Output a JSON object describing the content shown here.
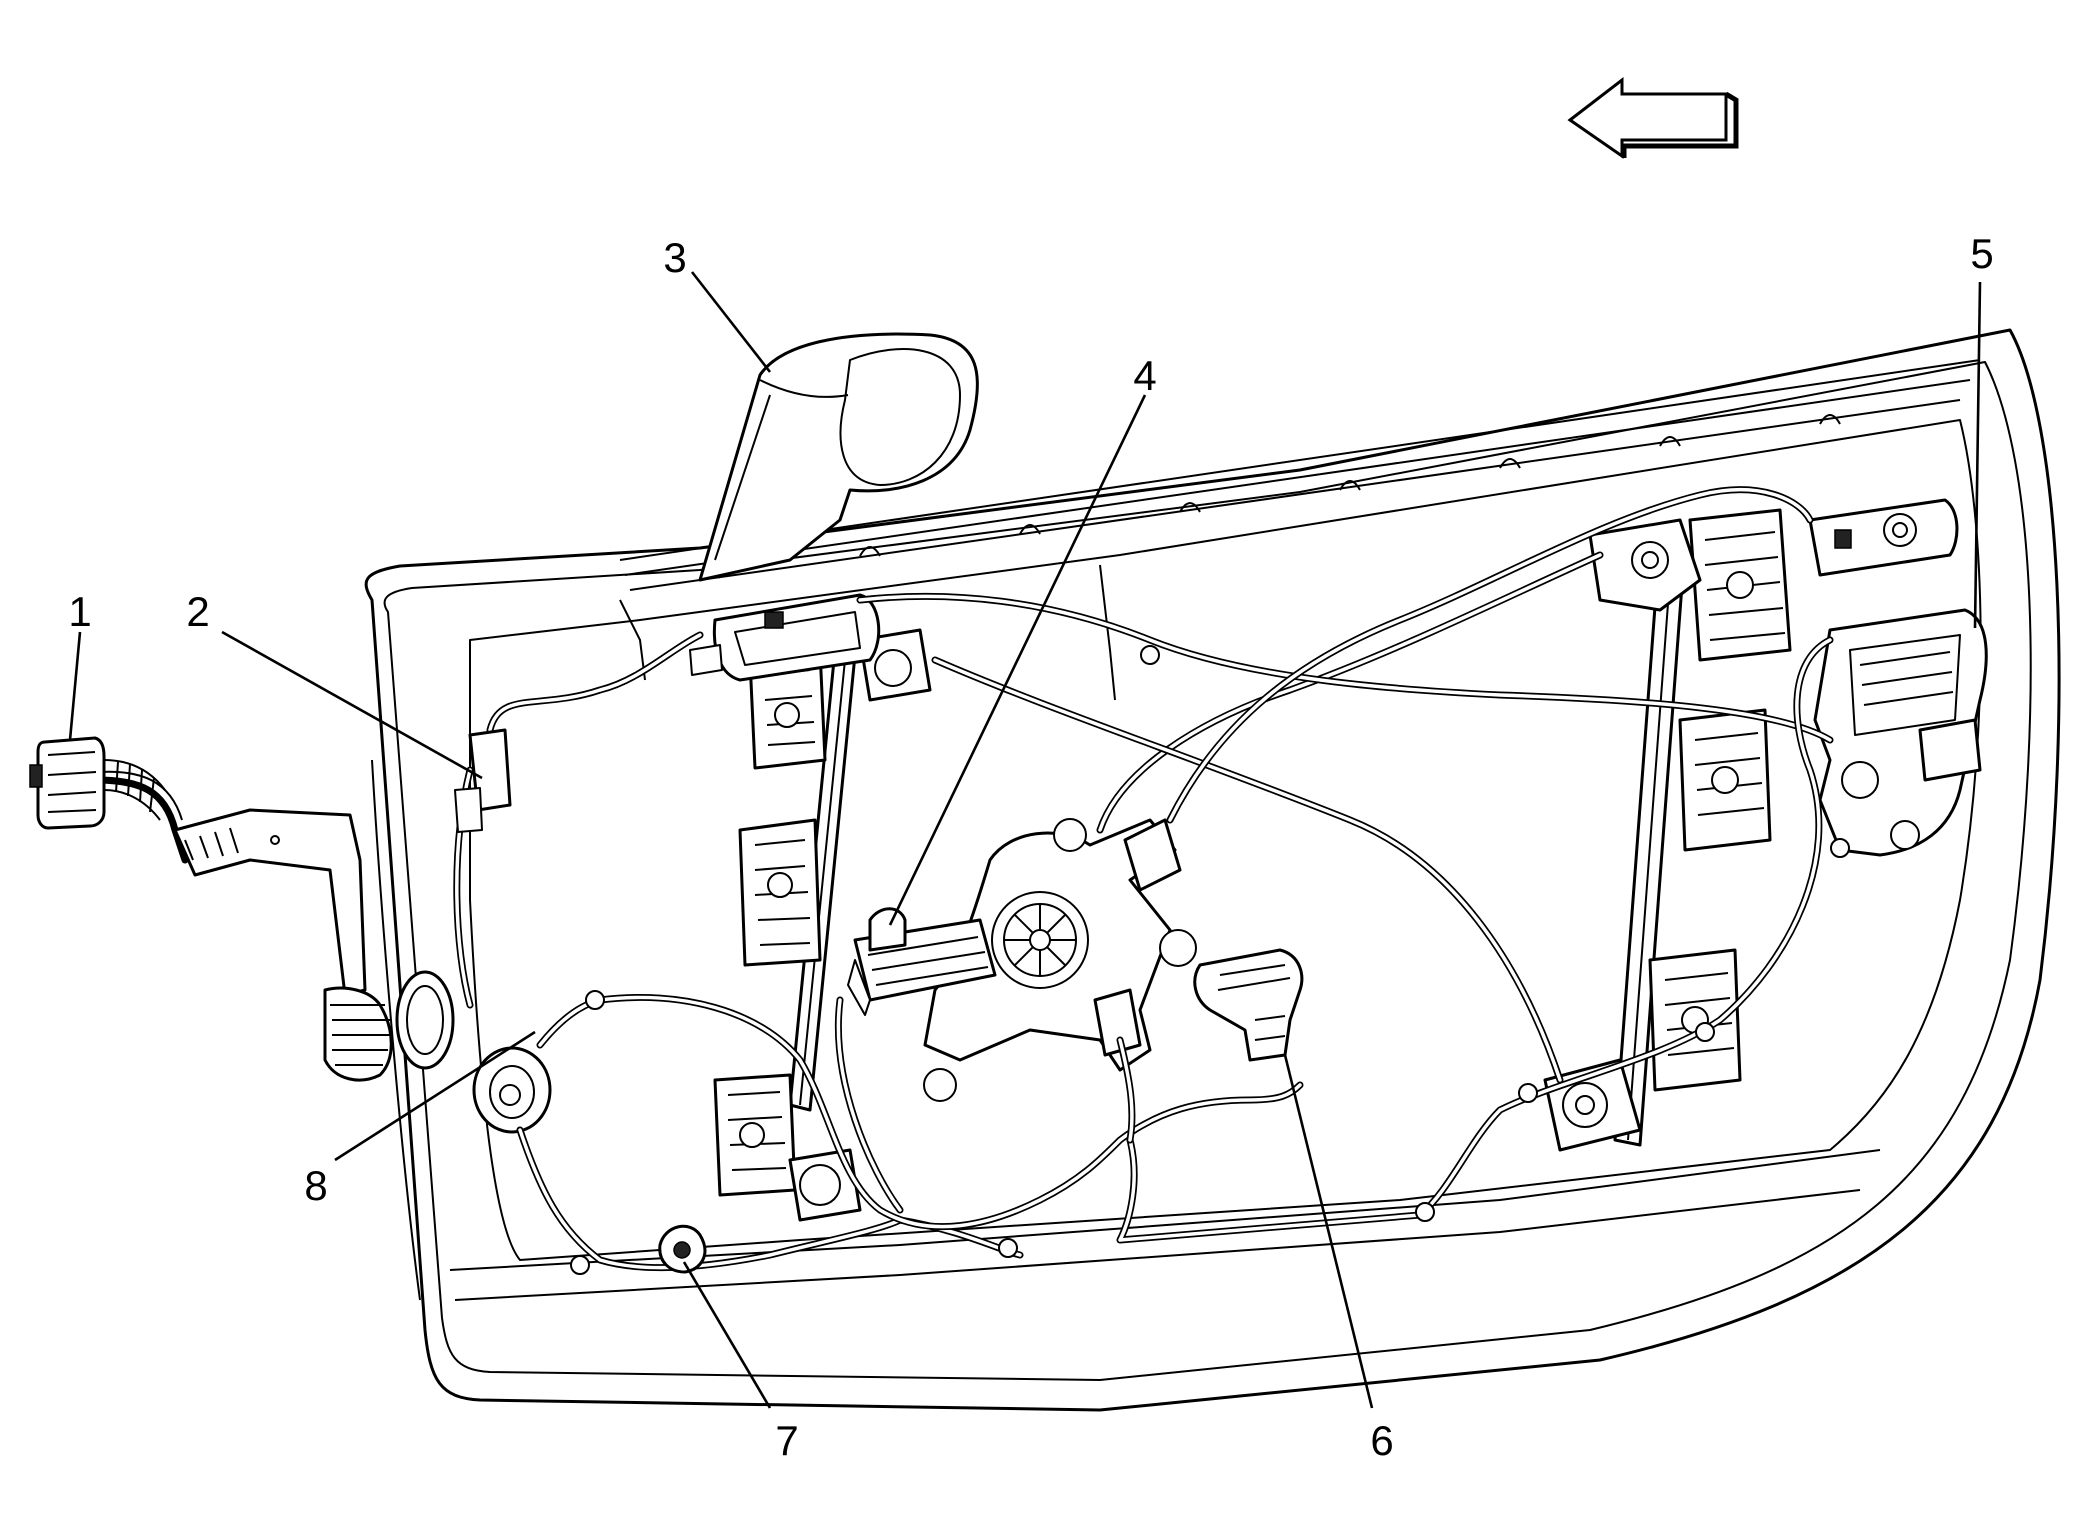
{
  "diagram": {
    "direction_arrow": "left-arrow",
    "callouts": [
      {
        "id": "1",
        "label": "1"
      },
      {
        "id": "2",
        "label": "2"
      },
      {
        "id": "3",
        "label": "3"
      },
      {
        "id": "4",
        "label": "4"
      },
      {
        "id": "5",
        "label": "5"
      },
      {
        "id": "6",
        "label": "6"
      },
      {
        "id": "7",
        "label": "7"
      },
      {
        "id": "8",
        "label": "8"
      }
    ]
  }
}
